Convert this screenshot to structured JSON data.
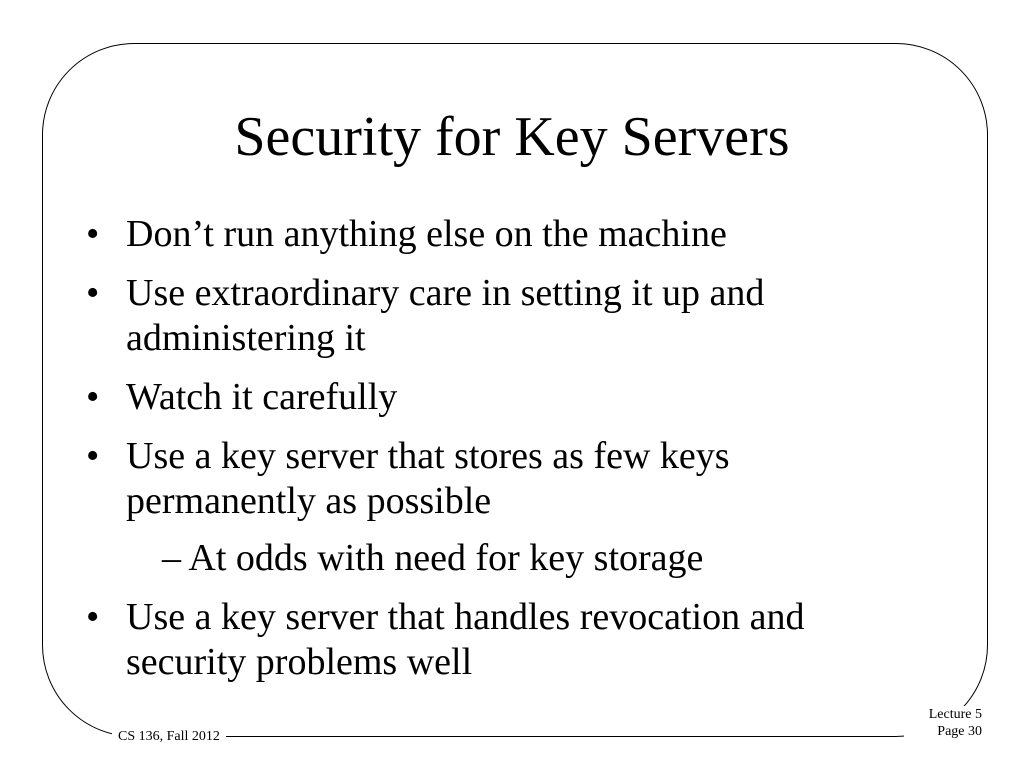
{
  "slide": {
    "title": "Security for Key Servers",
    "bullets": [
      {
        "marker": "•",
        "text": "Don’t run anything else on the machine"
      },
      {
        "marker": "•",
        "text": "Use extraordinary care in setting it up and administering it"
      },
      {
        "marker": "•",
        "text": "Watch it carefully"
      },
      {
        "marker": "•",
        "text": "Use a key server that stores as few keys permanently as possible",
        "sub": {
          "marker": "–",
          "text": "At odds with need for key storage"
        }
      },
      {
        "marker": "•",
        "text": "Use a key server that handles revocation and security problems well"
      }
    ]
  },
  "footer": {
    "course": "CS 136, Fall 2012",
    "lecture": "Lecture 5",
    "page": "Page 30"
  }
}
